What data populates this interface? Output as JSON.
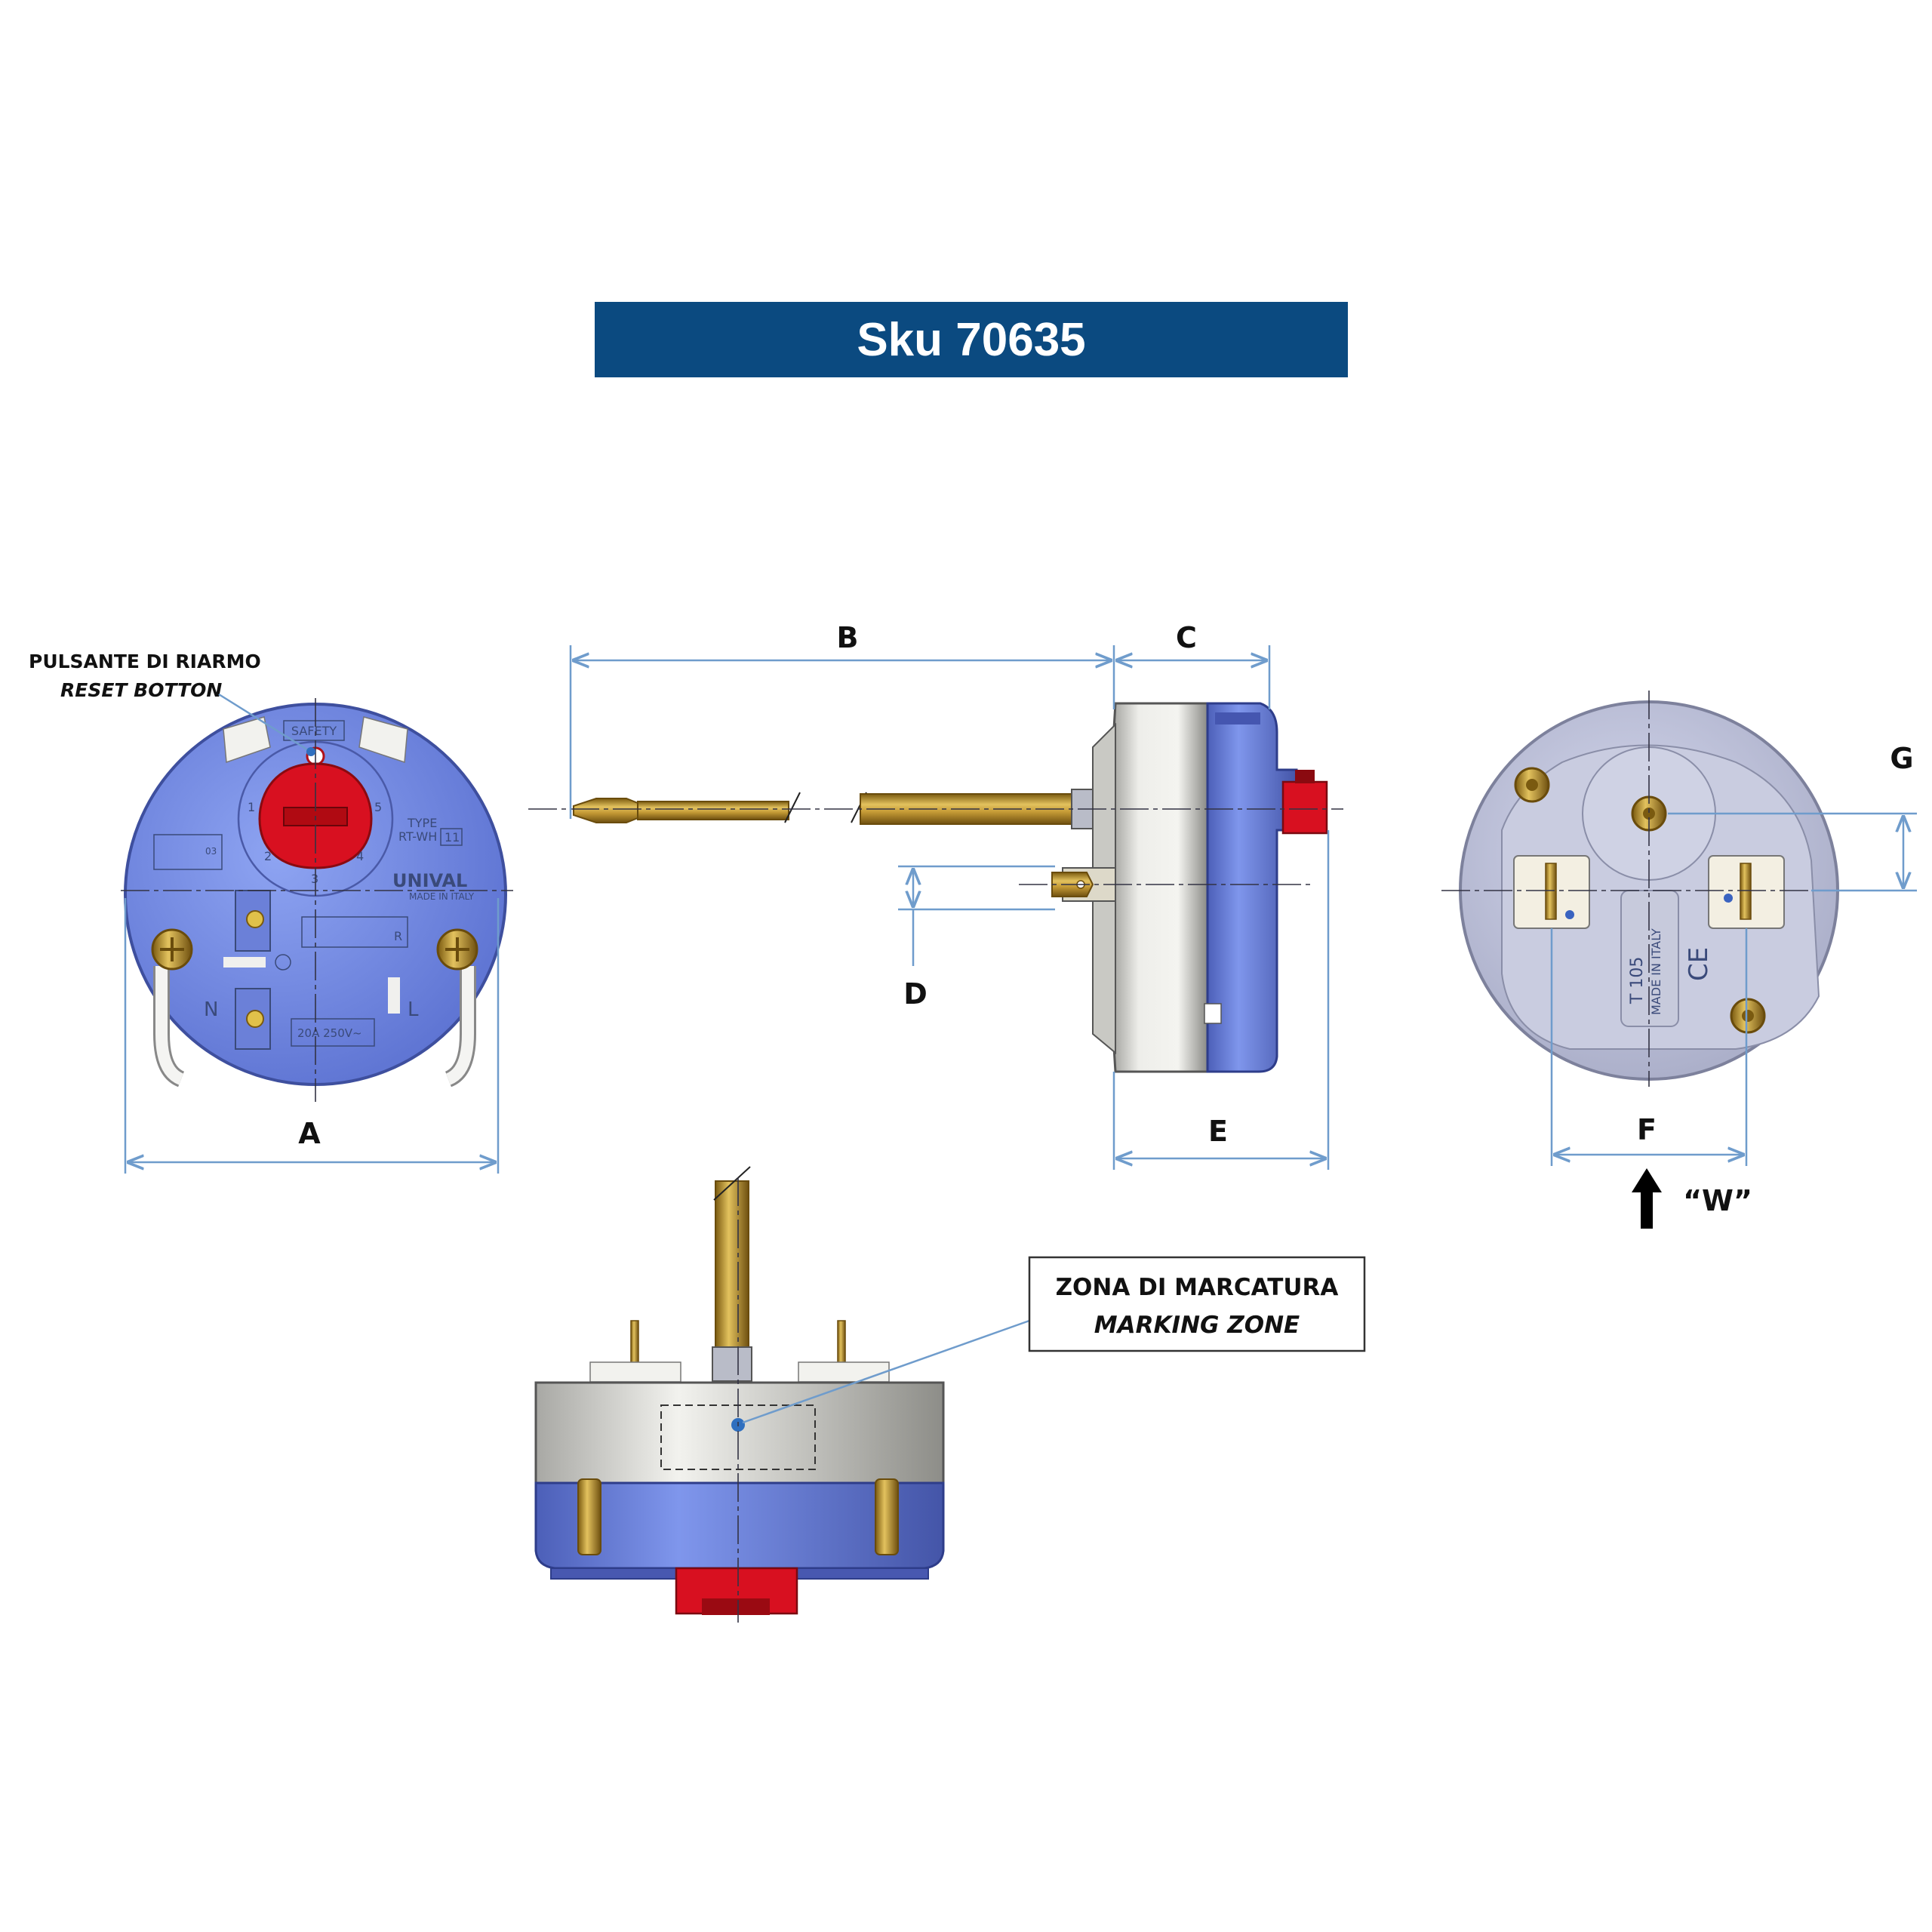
{
  "header": {
    "sku_label": "Sku 70635"
  },
  "dimensions": {
    "a": "A",
    "b": "B",
    "c": "C",
    "d": "D",
    "e": "E",
    "f": "F",
    "g": "G",
    "w": "“W”"
  },
  "reset_note": {
    "italian": "PULSANTE DI RIARMO",
    "english": "RESET BOTTON"
  },
  "marking_zone": {
    "italian": "ZONA DI MARCATURA",
    "english": "MARKING ZONE"
  },
  "front_view": {
    "safety": "SAFETY",
    "dial_numbers": [
      "1",
      "2",
      "3",
      "4",
      "5"
    ],
    "type_label": "TYPE",
    "type_code": "RT-WH",
    "type_number": "11",
    "brand": "UNIVAL",
    "made_in": "MADE IN ITALY",
    "rating": "20A 250V~",
    "terminal_n": "N",
    "terminal_l": "L",
    "terminal_r": "R",
    "cert": "03"
  },
  "back_view": {
    "code": "T 105",
    "made_in": "MADE IN ITALY",
    "ce_mark": "CE"
  },
  "colors": {
    "banner": "#0b4a80",
    "body_blue": "#6e87e0",
    "body_grey": "#dcdcd8",
    "knob_red": "#d81020",
    "brass": "#b8902e",
    "dimension_line": "#6f9ccc"
  }
}
